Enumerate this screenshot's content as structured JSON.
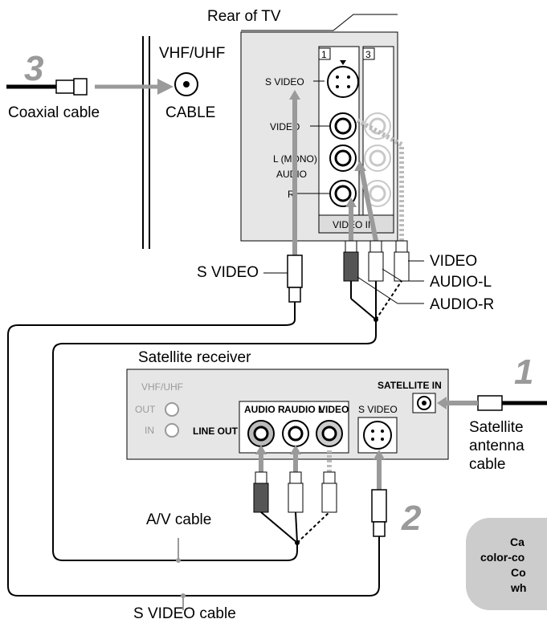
{
  "tv": {
    "title": "Rear of TV",
    "port_1": "1",
    "port_3": "3",
    "s_video": "S VIDEO",
    "video": "VIDEO",
    "mono": "L (MONO)",
    "audio": "AUDIO",
    "r": "R",
    "video_in": "VIDEO IN"
  },
  "wall": {
    "vhf_uhf": "VHF/UHF",
    "cable": "CABLE"
  },
  "steps": {
    "one": "1",
    "two": "2",
    "three": "3"
  },
  "labels": {
    "coaxial": "Coaxial cable",
    "s_video_plug": "S VIDEO",
    "video": "VIDEO",
    "audio_l": "AUDIO-L",
    "audio_r": "AUDIO-R",
    "av_cable": "A/V cable",
    "s_video_cable": "S VIDEO cable",
    "sat_cable_1": "Satellite",
    "sat_cable_2": "antenna",
    "sat_cable_3": "cable"
  },
  "receiver": {
    "title": "Satellite receiver",
    "vhf_uhf": "VHF/UHF",
    "out": "OUT",
    "in": "IN",
    "line_out": "LINE OUT",
    "audio_r": "AUDIO R",
    "audio_l": "AUDIO L",
    "video": "VIDEO",
    "s_video": "S VIDEO",
    "sat_in": "SATELLITE IN"
  },
  "note": {
    "line1": "Ca",
    "line2": "color-co",
    "line3": "Co",
    "line4": "wh"
  }
}
